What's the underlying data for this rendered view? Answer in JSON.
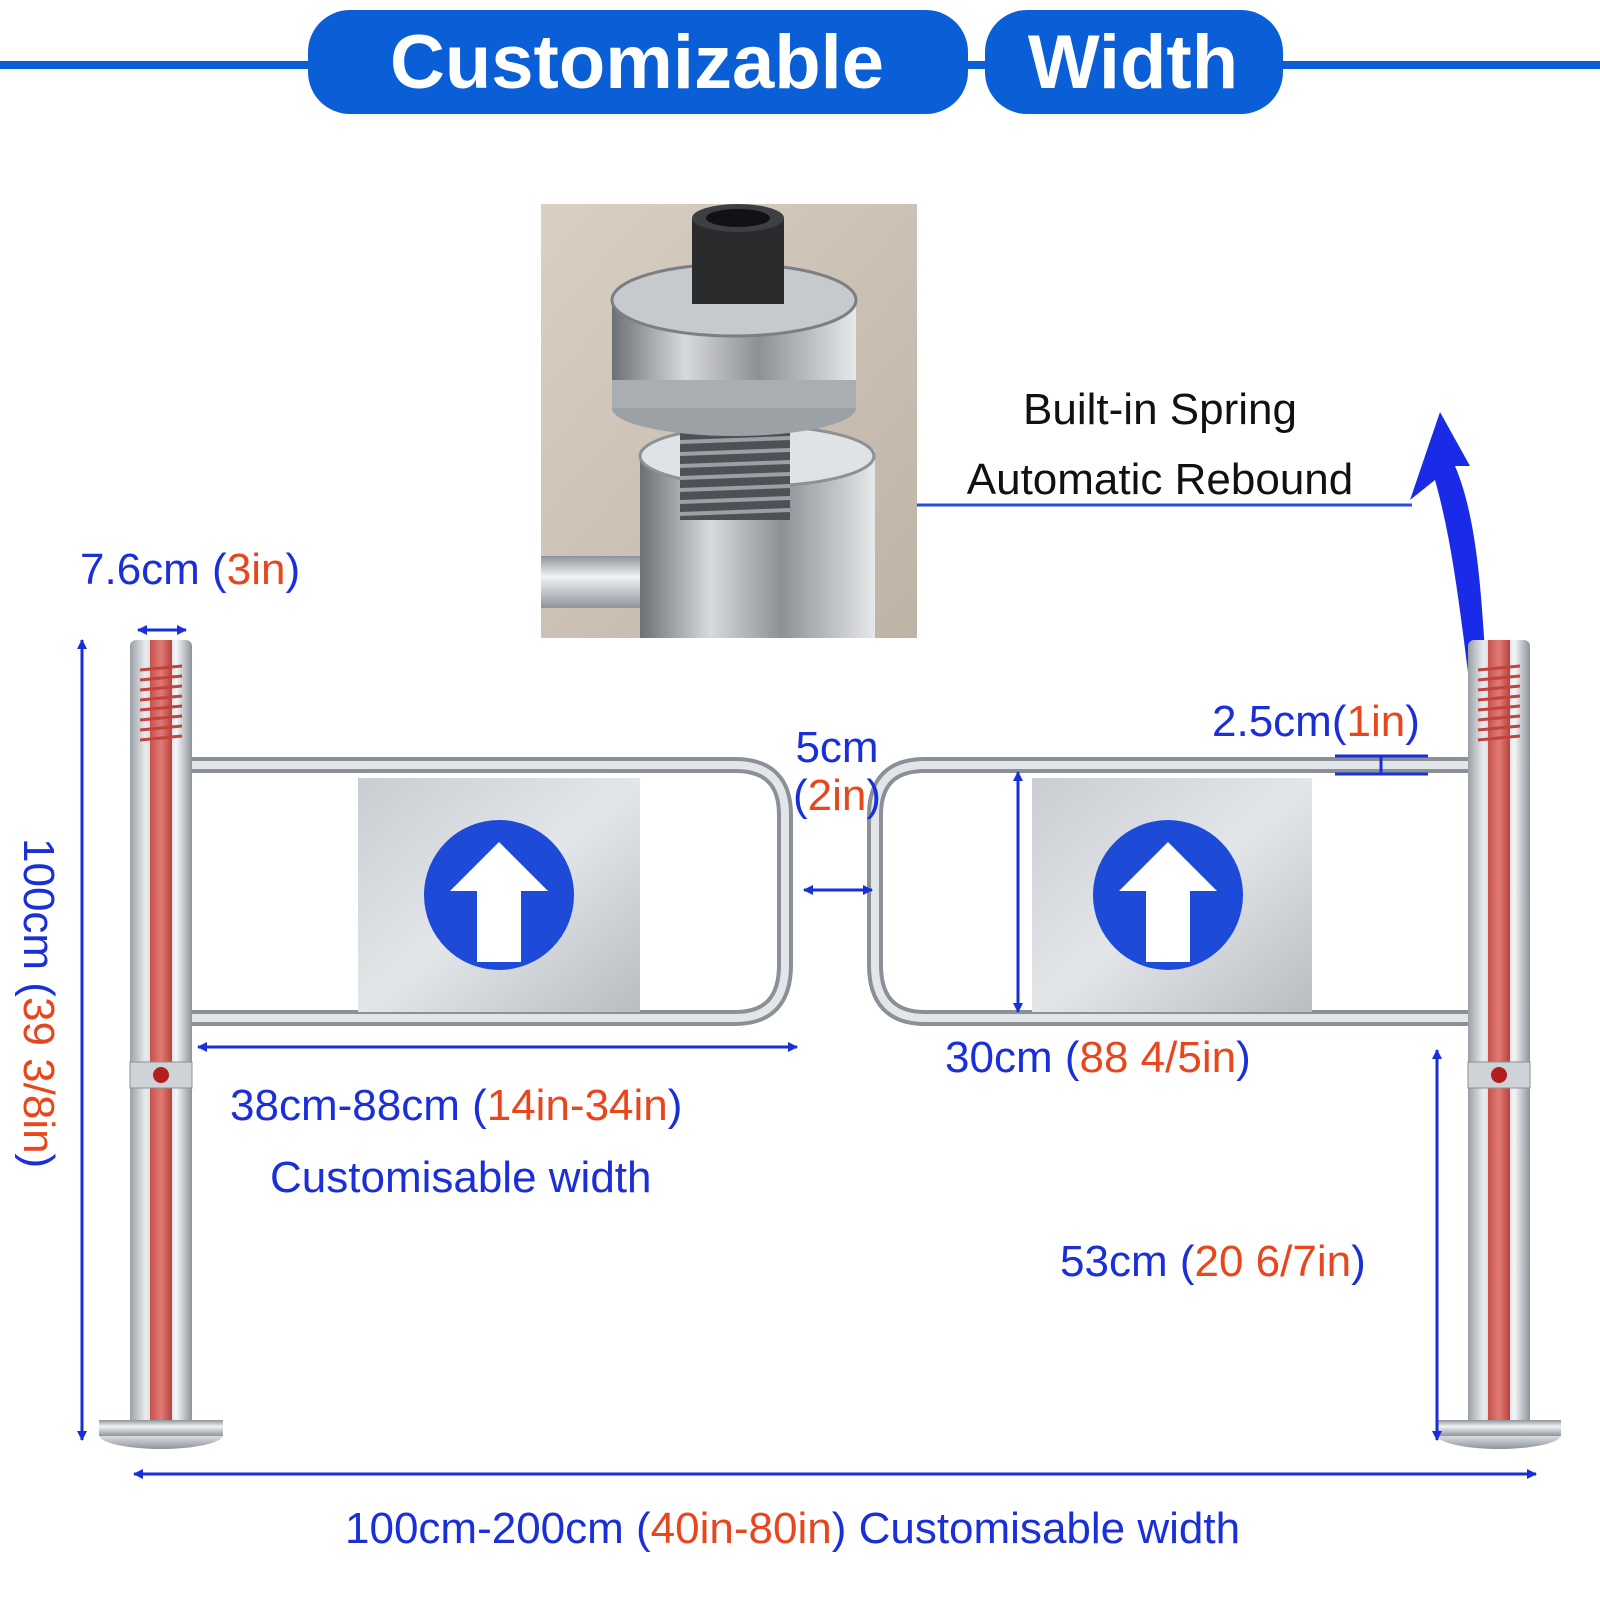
{
  "header": {
    "word1": "Customizable",
    "word2": "Width"
  },
  "spring_callout": {
    "line1": "Built-in Spring",
    "line2": "Automatic Rebound"
  },
  "dimensions": {
    "post_diameter": {
      "metric": "7.6cm",
      "open": " (",
      "imperial": "3in",
      "close": ")"
    },
    "rail_diameter": {
      "metric": "2.5cm",
      "open": "(",
      "imperial": "1in",
      "close": ")"
    },
    "gap": {
      "metric": "5cm",
      "open": "(",
      "imperial": "2in",
      "close": ")"
    },
    "height": {
      "metric": "100cm",
      "open": " (",
      "imperial": "39 3/8in",
      "close": ")"
    },
    "panel_height": {
      "metric": "30cm",
      "open": " (",
      "imperial": "88 4/5in",
      "close": ")"
    },
    "arm_width": {
      "metric": "38cm-88cm",
      "open": " (",
      "imperial": "14in-34in",
      "close": ")",
      "note": "Customisable width"
    },
    "arm_height": {
      "metric": "53cm",
      "open": " (",
      "imperial": "20 6/7in",
      "close": ")"
    },
    "total_width": {
      "metric": "100cm-200cm",
      "open": " (",
      "imperial": "40in-80in",
      "close": ")",
      "note": " Customisable width"
    }
  },
  "colors": {
    "header_blue": "#0b5fd6",
    "dimension_blue": "#1a2fd8",
    "dimension_orange": "#e8461c",
    "line_blue": "#2a4be0",
    "sign_blue": "#1d4bd8"
  },
  "icons": [
    "up-arrow-sign-icon",
    "up-arrow-sign-icon",
    "rebound-arrow-icon"
  ]
}
